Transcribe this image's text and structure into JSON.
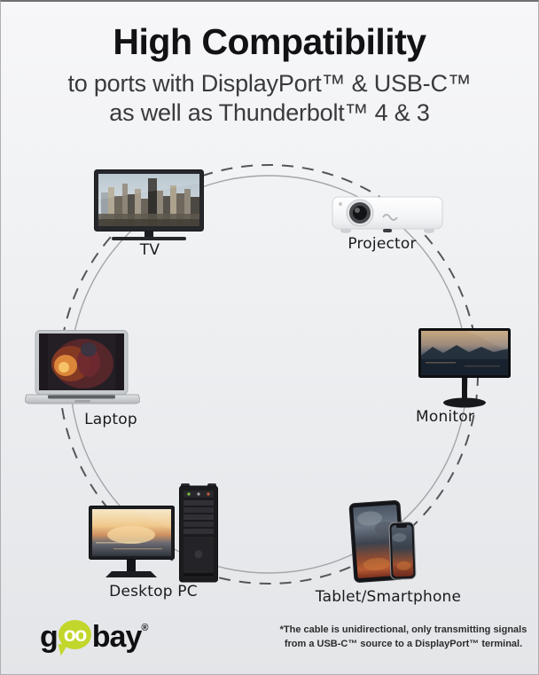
{
  "header": {
    "title": "High Compatibility",
    "subtitle_line1": "to ports with DisplayPort™ & USB-C™",
    "subtitle_line2": "as well as Thunderbolt™ 4 & 3"
  },
  "devices": {
    "tv": {
      "label": "TV"
    },
    "projector": {
      "label": "Projector"
    },
    "monitor": {
      "label": "Monitor"
    },
    "laptop": {
      "label": "Laptop"
    },
    "desktop_pc": {
      "label": "Desktop PC"
    },
    "tablet_smartphone": {
      "label": "Tablet/Smartphone"
    }
  },
  "footer": {
    "logo": {
      "g": "g",
      "oo": "oo",
      "bay": "bay",
      "registered": "®"
    },
    "footnote_line1": "*The cable is unidirectional, only transmitting signals",
    "footnote_line2": "from a USB-C™ source to a DisplayPort™ terminal."
  },
  "colors": {
    "brand_green": "#c2d62b",
    "title_text": "#121214",
    "subtitle_text": "#3a3a3c",
    "label_text": "#1b1b1d",
    "circle_dashed": "#55565a",
    "circle_solid": "#a3a5a8",
    "background_top": "#f7f7f9",
    "background_bottom": "#e3e5e8"
  }
}
